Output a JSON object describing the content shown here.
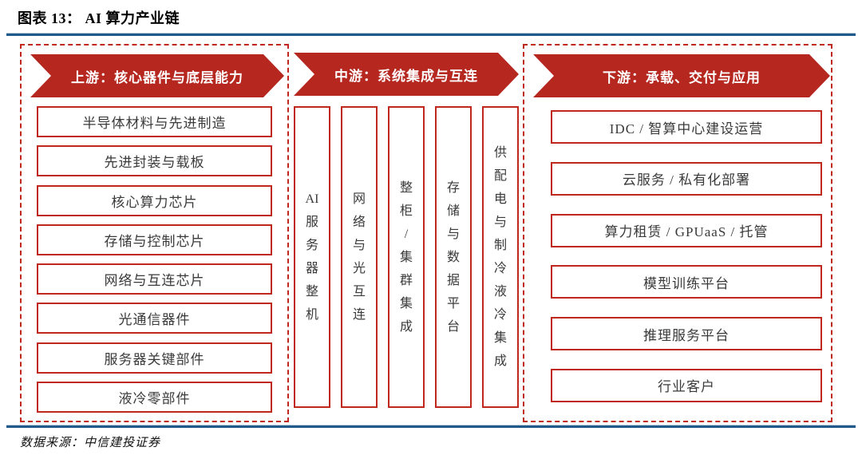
{
  "title": "图表 13：  AI 算力产业链",
  "source": "数据来源：中信建投证券",
  "colors": {
    "accent_red": "#B5271F",
    "border_red": "#C0281E",
    "rule_blue": "#20598A",
    "box_text": "#3A3A3A"
  },
  "upstream": {
    "header": "上游：核心器件与底层能力",
    "items": [
      "半导体材料与先进制造",
      "先进封装与载板",
      "核心算力芯片",
      "存储与控制芯片",
      "网络与互连芯片",
      "光通信器件",
      "服务器关键部件",
      "液冷零部件"
    ]
  },
  "midstream": {
    "header": "中游：系统集成与互连",
    "columns": [
      "AI\n服\n务\n器\n整\n机",
      "网\n络\n与\n光\n互\n连",
      "整\n柜\n/\n集\n群\n集\n成",
      "存\n储\n与\n数\n据\n平\n台",
      "供\n配\n电\n与\n制\n冷\n液\n冷\n集\n成"
    ]
  },
  "downstream": {
    "header": "下游：承载、交付与应用",
    "items": [
      "IDC / 智算中心建设运营",
      "云服务 / 私有化部署",
      "算力租赁 / GPUaaS / 托管",
      "模型训练平台",
      "推理服务平台",
      "行业客户"
    ]
  }
}
